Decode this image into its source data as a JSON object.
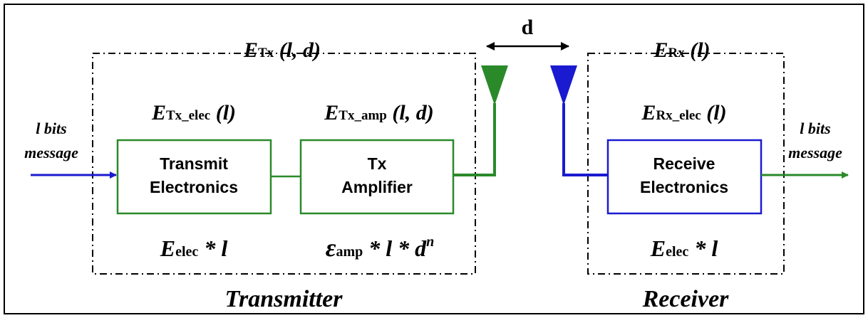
{
  "colors": {
    "frame": "#000000",
    "transmitter_path": "#2a8a2a",
    "receiver_path": "#1a1ad0"
  },
  "distance_label": "d",
  "transmitter": {
    "energy_E": "E",
    "energy_sub": "Tx",
    "energy_args": " (l, d)",
    "group_label": "Transmitter",
    "electronics": {
      "line1": "Transmit",
      "line2": "Electronics",
      "energy_E": "E",
      "energy_sub": "Tx_elec",
      "energy_args": " (l)",
      "formula_E": "E",
      "formula_sub": "elec",
      "formula_rest": " * l"
    },
    "amplifier": {
      "line1": "Tx",
      "line2": "Amplifier",
      "energy_E": "E",
      "energy_sub": "Tx_amp",
      "energy_args": " (l, d)",
      "formula_eps": "ε",
      "formula_sub": "amp",
      "formula_rest": " * l * d",
      "formula_exp": "n"
    }
  },
  "receiver": {
    "energy_E": "E",
    "energy_sub": "Rx",
    "energy_args": " (l)",
    "group_label": "Receiver",
    "electronics": {
      "line1": "Receive",
      "line2": "Electronics",
      "energy_E": "E",
      "energy_sub": "Rx_elec",
      "energy_args": " (l)",
      "formula_E": "E",
      "formula_sub": "elec",
      "formula_rest": " * l"
    }
  },
  "input_message": {
    "line1": "l bits",
    "line2": "message"
  },
  "output_message": {
    "line1": "l bits",
    "line2": "message"
  }
}
